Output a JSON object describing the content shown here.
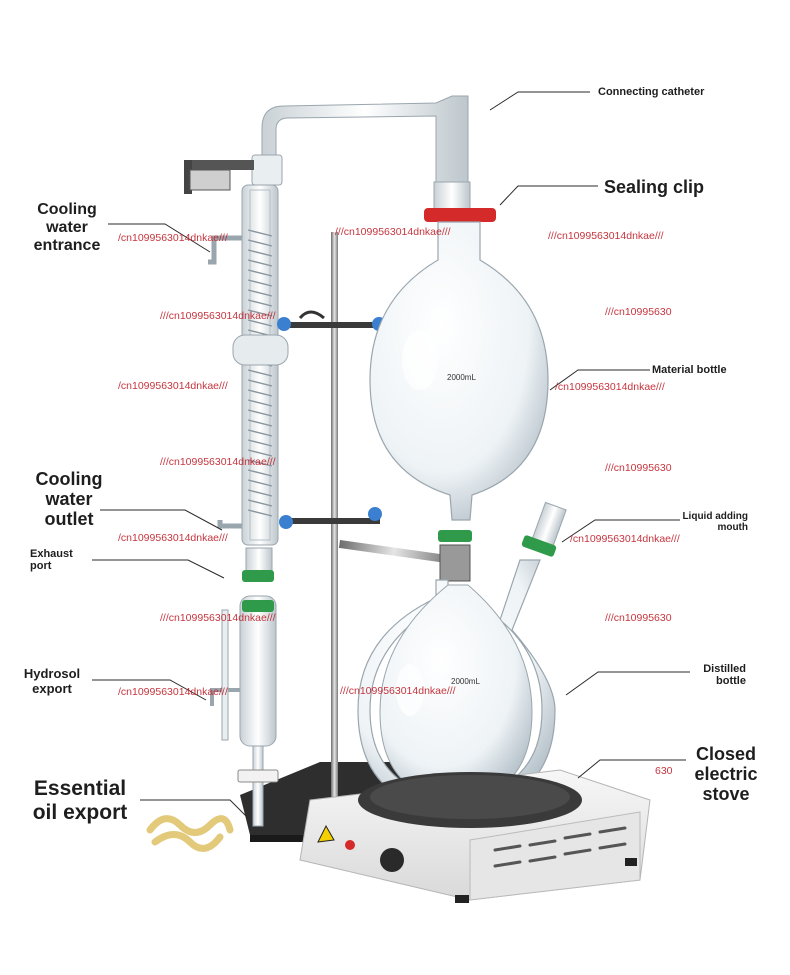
{
  "labels": {
    "connecting_catheter": "Connecting catheter",
    "sealing_clip": "Sealing clip",
    "cooling_water_entrance": [
      "Cooling",
      "water",
      "entrance"
    ],
    "cooling_water_outlet": [
      "Cooling",
      "water",
      "outlet"
    ],
    "exhaust_port": [
      "Exhaust",
      "port"
    ],
    "hydrosol_export": [
      "Hydrosol",
      "export"
    ],
    "essential_oil_export": [
      "Essential",
      "oil export"
    ],
    "material_bottle": "Material bottle",
    "liquid_adding_mouth": [
      "Liquid adding",
      "mouth"
    ],
    "distilled_bottle": [
      "Distilled",
      "bottle"
    ],
    "closed_electric_stove": [
      "Closed",
      "electric",
      "stove"
    ]
  },
  "flask_volumes": {
    "material_bottle": "2000mL",
    "distilled_bottle": "2000mL"
  },
  "watermarks": [
    "/cn1099563014dnkae///",
    "///cn1099563014dnkae///",
    "///cn1099563014dnkae///",
    "///cn1099563014dnkae///",
    "///cn10995630",
    "/cn1099563014dnkae///",
    "/cn1099563014dnkae///",
    "///cn1099563014dnkae///",
    "///cn10995630",
    "/cn1099563014dnkae///",
    "/cn1099563014dnkae///",
    "///cn10995630",
    "///cn1099563014dnkae///",
    "/cn1099563014dnkae///",
    "///cn1099563014dnkae///",
    "630"
  ],
  "colors": {
    "clip_red": "#d42a2a",
    "clip_green": "#2f9a4a",
    "knob_blue": "#3b7fd0",
    "stove_body": "#f2f2f2",
    "stove_plate": "#3a3a3a"
  }
}
